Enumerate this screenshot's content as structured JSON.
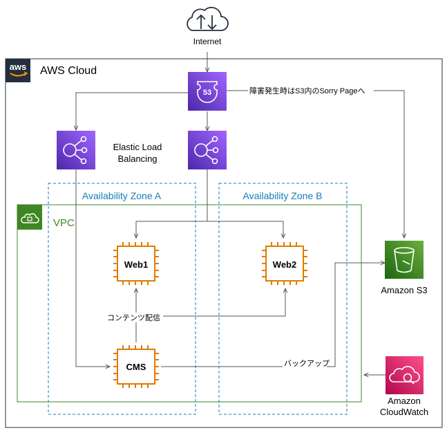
{
  "internet": {
    "label": "Internet"
  },
  "aws_cloud": {
    "logo_text": "aws",
    "label": "AWS Cloud"
  },
  "route53": {
    "badge": "53"
  },
  "sorry_note": "障害発生時はS3内のSorry Pageへ",
  "elb": {
    "label_line1": "Elastic Load",
    "label_line2": "Balancing"
  },
  "zones": {
    "a": "Availability Zone A",
    "b": "Availability Zone B"
  },
  "vpc": {
    "label": "VPC"
  },
  "instances": {
    "web1": "Web1",
    "web2": "Web2",
    "cms": "CMS"
  },
  "edges": {
    "content_delivery": "コンテンツ配信",
    "backup": "バックアップ"
  },
  "s3": {
    "label": "Amazon S3"
  },
  "cloudwatch": {
    "label_line1": "Amazon",
    "label_line2": "CloudWatch"
  },
  "colors": {
    "purple": "#8C4FFF",
    "purple_dark": "#5A30B5",
    "chip_orange": "#E07B00",
    "zone_blue": "#147EBA",
    "vpc_green": "#3F8624",
    "s3_green": "#3F8624",
    "cloudwatch_pink": "#E7157B",
    "cloud_border": "#232F3E"
  }
}
